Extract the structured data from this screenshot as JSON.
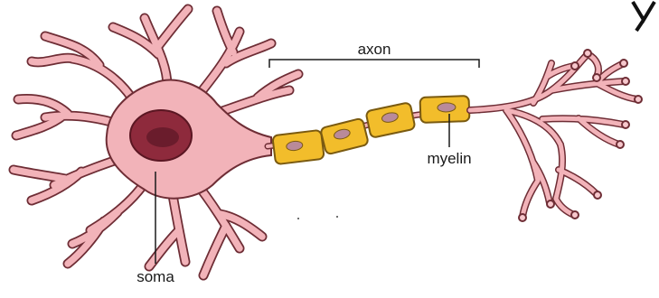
{
  "diagram": {
    "labels": {
      "axon": "axon",
      "myelin": "myelin",
      "soma": "soma"
    },
    "colors": {
      "cell_body": "#f2b3b9",
      "cell_outline": "#6e2d35",
      "nucleus": "#8e2a3c",
      "nucleolus": "#6a1c2c",
      "myelin": "#f2bd2b",
      "myelin_outline": "#7a5a10",
      "schwann_nucleus": "#b98a9a",
      "label_line": "#1a1a1a"
    }
  }
}
